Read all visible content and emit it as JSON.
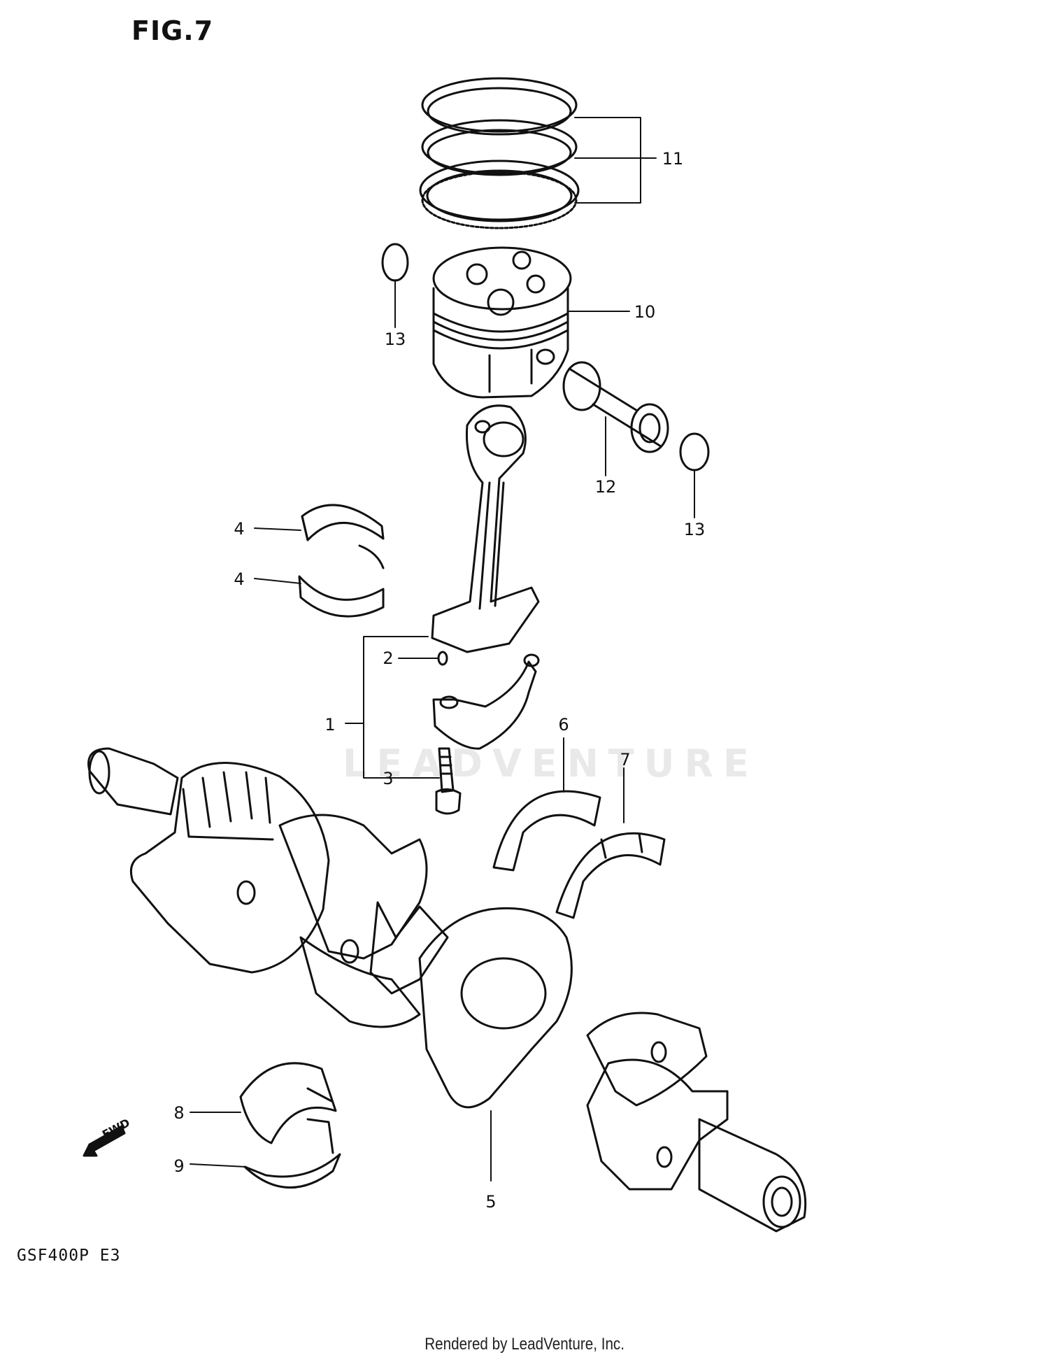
{
  "figure_title": "FIG.7",
  "model_code": "GSF400P  E3",
  "footer_text": "Rendered by LeadVenture, Inc.",
  "watermark_text": "LEADVENTURE",
  "fwd_label": "FWD",
  "callouts": [
    {
      "id": "1",
      "label": "1"
    },
    {
      "id": "2",
      "label": "2"
    },
    {
      "id": "3",
      "label": "3"
    },
    {
      "id": "4a",
      "label": "4"
    },
    {
      "id": "4b",
      "label": "4"
    },
    {
      "id": "5",
      "label": "5"
    },
    {
      "id": "6",
      "label": "6"
    },
    {
      "id": "7",
      "label": "7"
    },
    {
      "id": "8",
      "label": "8"
    },
    {
      "id": "9",
      "label": "9"
    },
    {
      "id": "10",
      "label": "10"
    },
    {
      "id": "11",
      "label": "11"
    },
    {
      "id": "12",
      "label": "12"
    },
    {
      "id": "13a",
      "label": "13"
    },
    {
      "id": "13b",
      "label": "13"
    }
  ]
}
